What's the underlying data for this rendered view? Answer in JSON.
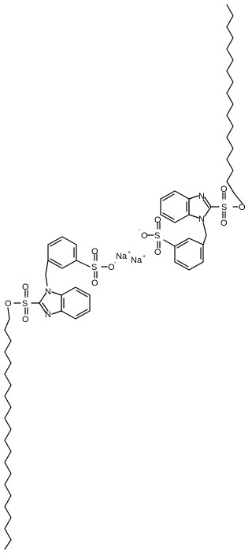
{
  "labels": {
    "s": "S",
    "o": "O",
    "n": "N",
    "na": "Na",
    "plus": "+",
    "minus": "-"
  }
}
